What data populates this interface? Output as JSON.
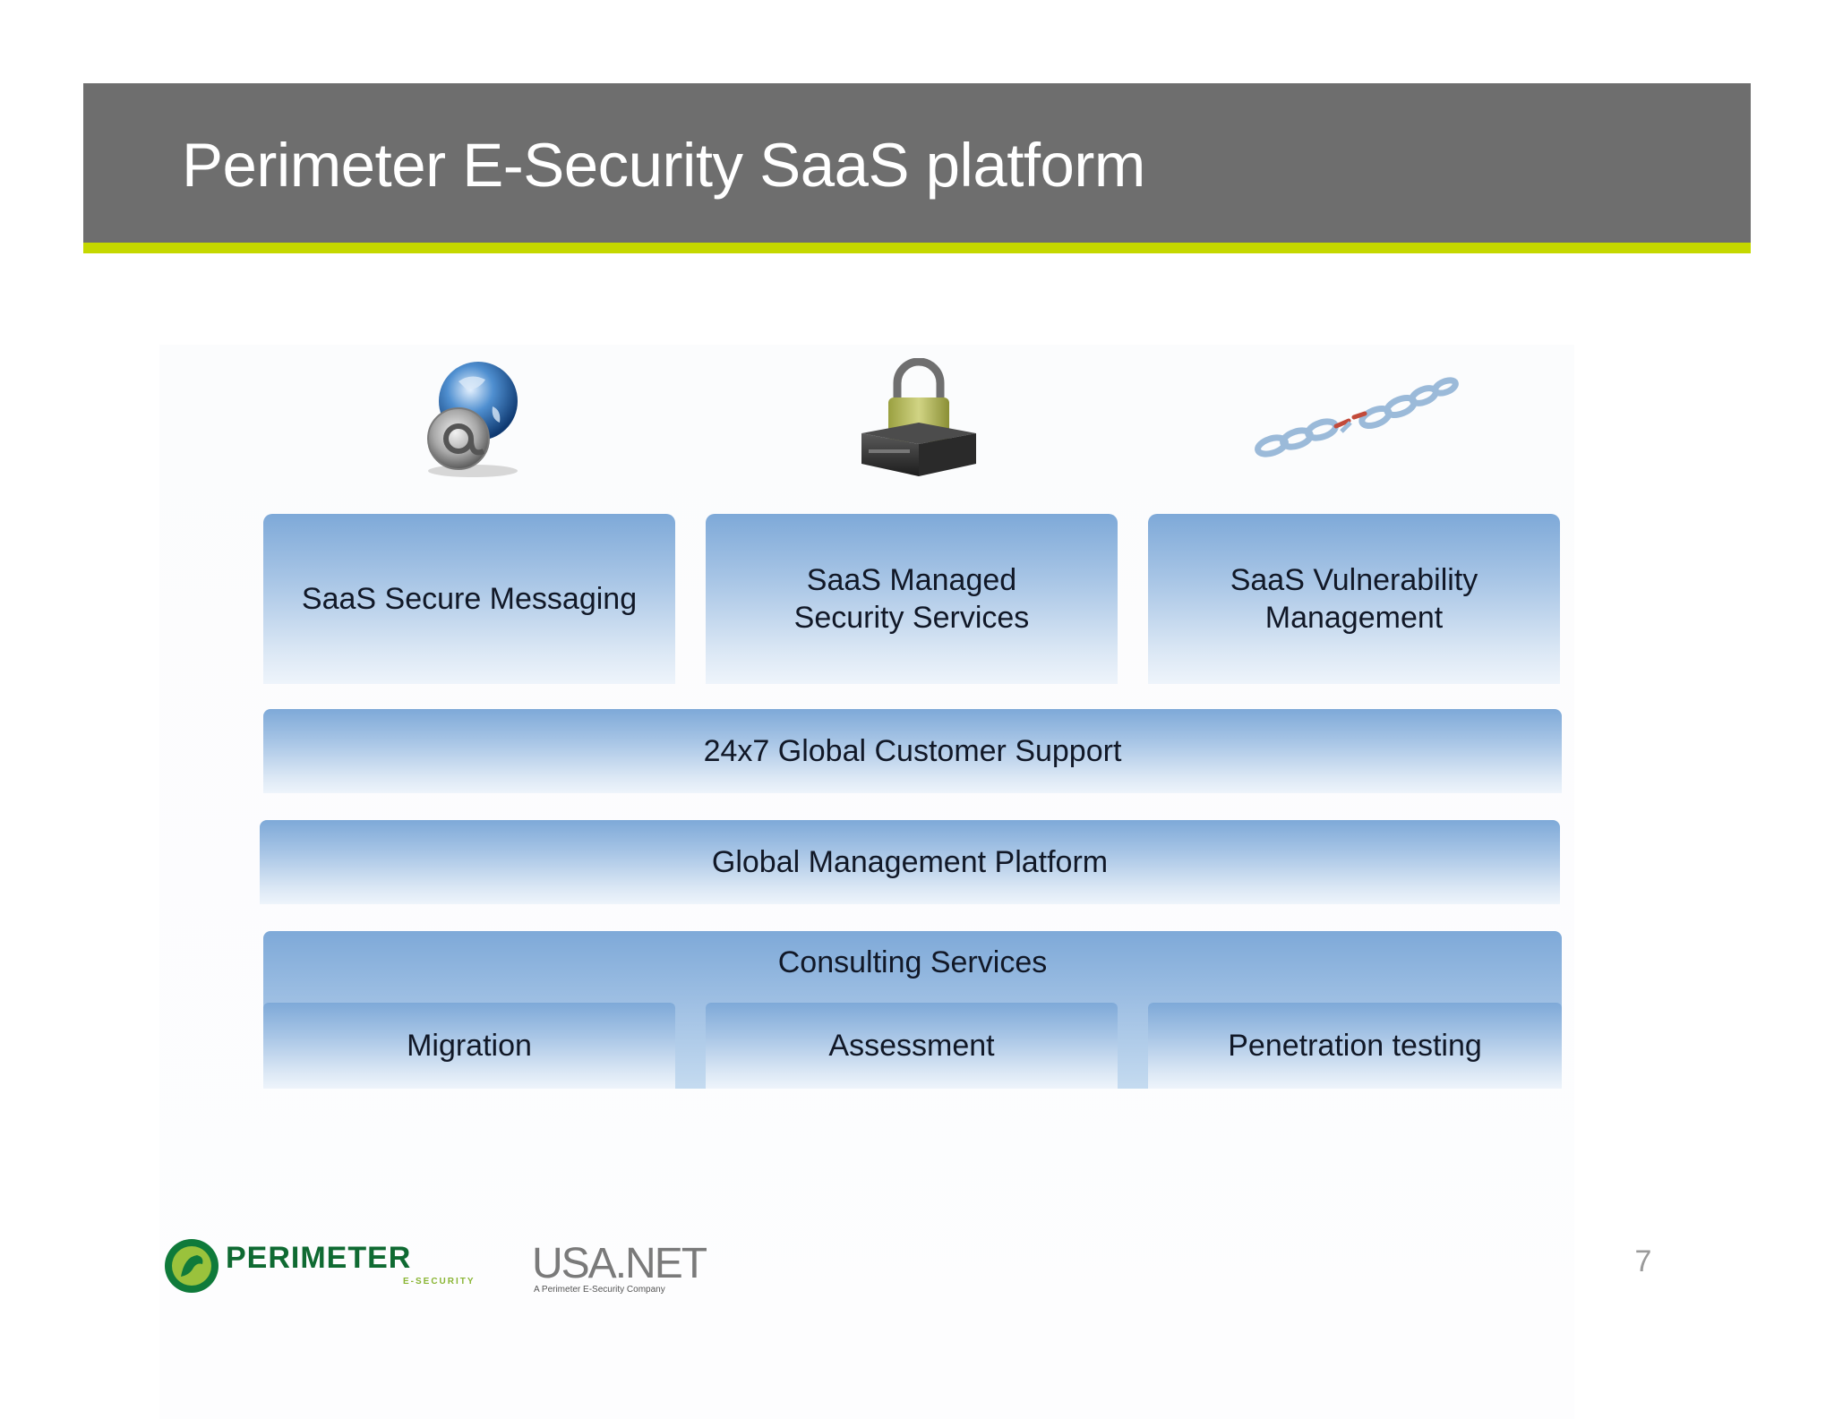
{
  "header": {
    "title": "Perimeter E-Security SaaS platform"
  },
  "icons": {
    "messaging": "globe-email-icon",
    "managed_security": "padlock-server-icon",
    "vulnerability": "chain-icon"
  },
  "services": [
    {
      "label": "SaaS Secure Messaging"
    },
    {
      "label": "SaaS Managed\nSecurity Services"
    },
    {
      "label": "SaaS Vulnerability\nManagement"
    }
  ],
  "layers": {
    "support": "24x7 Global Customer Support",
    "platform": "Global Management Platform",
    "consulting": "Consulting Services"
  },
  "consulting_items": [
    {
      "label": "Migration"
    },
    {
      "label": "Assessment"
    },
    {
      "label": "Penetration testing"
    }
  ],
  "footer": {
    "logo_perimeter": "PERIMETER",
    "logo_perimeter_sub": "E-SECURITY",
    "logo_usanet": "USA.NET",
    "logo_usanet_sub": "A Perimeter E-Security Company",
    "page_number": "7"
  },
  "colors": {
    "title_bar": "#6e6e6e",
    "accent": "#c5d800",
    "box_top": "#7ea9d8",
    "box_bottom": "#eef4fb",
    "perimeter_green": "#0f7a3a"
  }
}
